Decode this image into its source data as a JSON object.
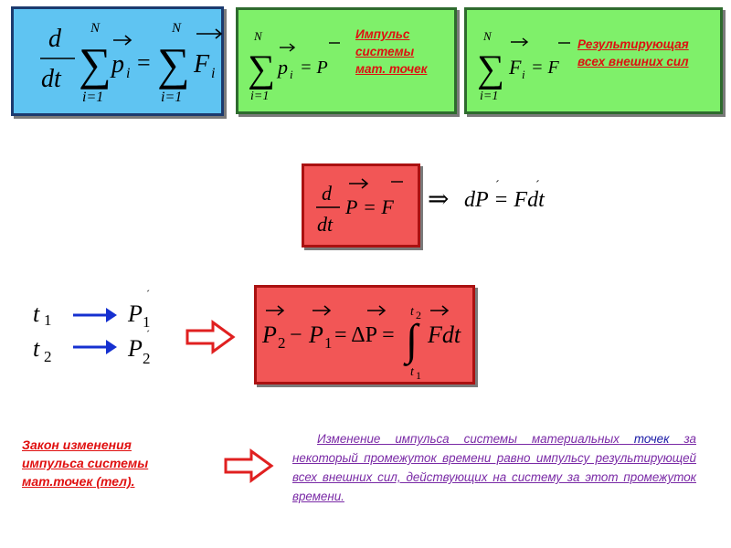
{
  "box1": {
    "d": "d",
    "dt": "dt",
    "N_top": "N",
    "N_top2": "N",
    "sub": "i=1",
    "sub2": "i=1",
    "p": "p",
    "i": "i",
    "eq": "=",
    "F": "F",
    "i2": "i"
  },
  "box2": {
    "N": "N",
    "sub": "i=1",
    "p": "p",
    "i": "i",
    "eq": "= P",
    "label_lines": [
      "Импульс",
      "системы",
      "мат. точек"
    ]
  },
  "box3": {
    "N": "N",
    "sub": "i=1",
    "F": "F",
    "i": "i",
    "eq": "= F",
    "label_lines": [
      "Результирующая",
      "всех внешних сил"
    ]
  },
  "box4": {
    "d": "d",
    "dt": "dt",
    "P": "P",
    "eq": "= F"
  },
  "implication1": {
    "arrow": "⇒",
    "expr": "dP = Fdt"
  },
  "timeline": {
    "t1": "t",
    "t1_sub": "1",
    "t2": "t",
    "t2_sub": "2",
    "P1": "P",
    "P1_sub": "1",
    "P2": "P",
    "P2_sub": "2"
  },
  "box5": {
    "P2": "P",
    "sub2": "2",
    "minus": "−",
    "P1": "P",
    "sub1": "1",
    "eq": "= ΔP =",
    "int": "∫",
    "upper": "t",
    "upper_sub": "2",
    "lower": "t",
    "lower_sub": "1",
    "integrand": "Fdt"
  },
  "law_text": "Закон изменения импульса системы мат.точек (тел).",
  "statement": {
    "part1": "Изменение импульса системы материальных",
    "highlight": "точек",
    "part2": "за некоторый промежуток времени равно импульсу результирующей всех внешних сил, действующих на систему за этот промежуток времени."
  },
  "colors": {
    "blue_box": "#5fc4f2",
    "green_box": "#7ff06a",
    "red_box": "#f25656",
    "label_red": "#dd1111",
    "statement_purple": "#7a2aa6",
    "arrow_blue": "#1530d0"
  }
}
